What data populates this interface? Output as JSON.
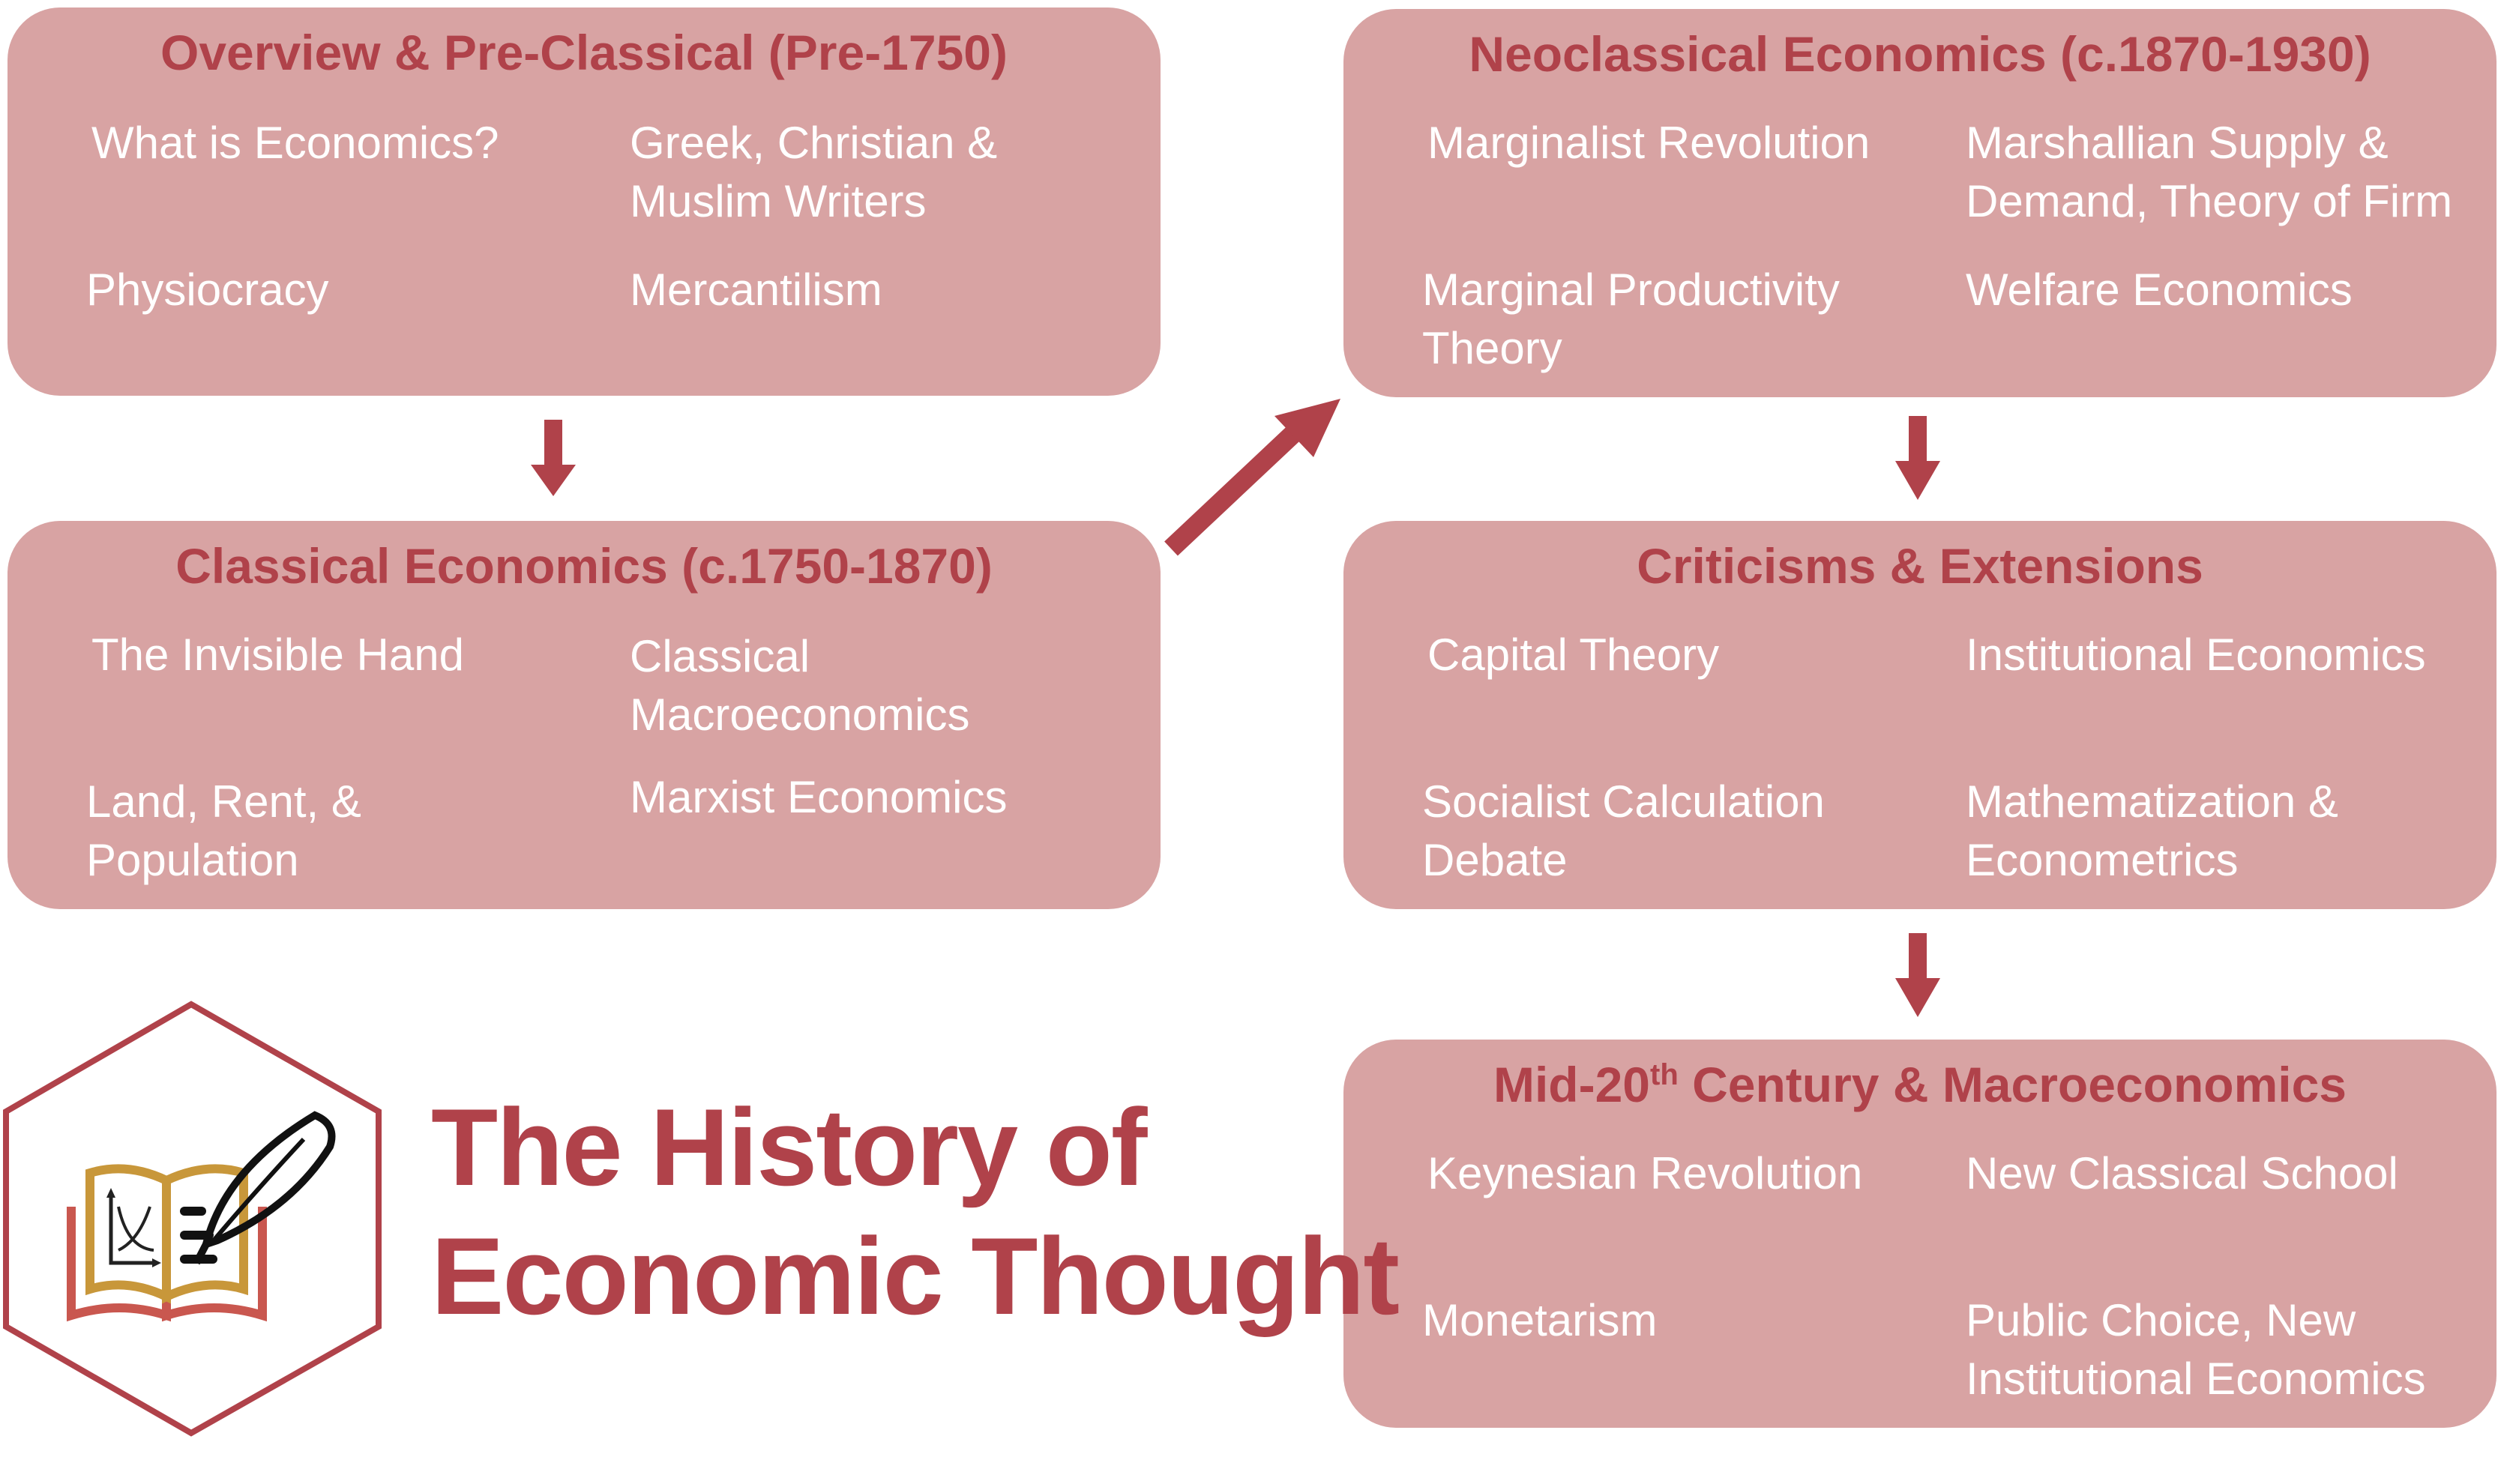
{
  "title": "The History of\nEconomic Thought",
  "logo_icon": "book-quill-chart-icon",
  "colors": {
    "box_fill": "#d8a3a3",
    "accent": "#b0424a",
    "item_text": "#ffffff",
    "icon_gold": "#c8973a",
    "icon_red": "#c9574f"
  },
  "boxes": [
    {
      "title": "Overview & Pre-Classical (Pre-1750)",
      "items": [
        "What is Economics?",
        "Greek, Christian &\nMuslim Writers",
        "Physiocracy",
        "Mercantilism"
      ]
    },
    {
      "title": "Classical Economics (c.1750-1870)",
      "items": [
        "The Invisible Hand",
        "Classical Macroeconomics",
        "Land, Rent, &\nPopulation",
        "Marxist Economics"
      ]
    },
    {
      "title": "Neoclassical Economics (c.1870-1930)",
      "items": [
        "Marginalist Revolution",
        "Marshallian Supply &\nDemand, Theory of Firm",
        "Marginal Productivity\nTheory",
        "Welfare Economics"
      ]
    },
    {
      "title": "Criticisms & Extensions",
      "items": [
        "Capital Theory",
        "Institutional Economics",
        "Socialist Calculation\nDebate",
        "Mathematization &\nEconometrics"
      ]
    },
    {
      "title_pre": "Mid-20",
      "title_sup": "th",
      "title_post": " Century & Macroeconomics",
      "items": [
        "Keynesian Revolution",
        "New Classical School",
        "Monetarism",
        "Public Choice, New\nInstitutional Economics"
      ]
    }
  ]
}
